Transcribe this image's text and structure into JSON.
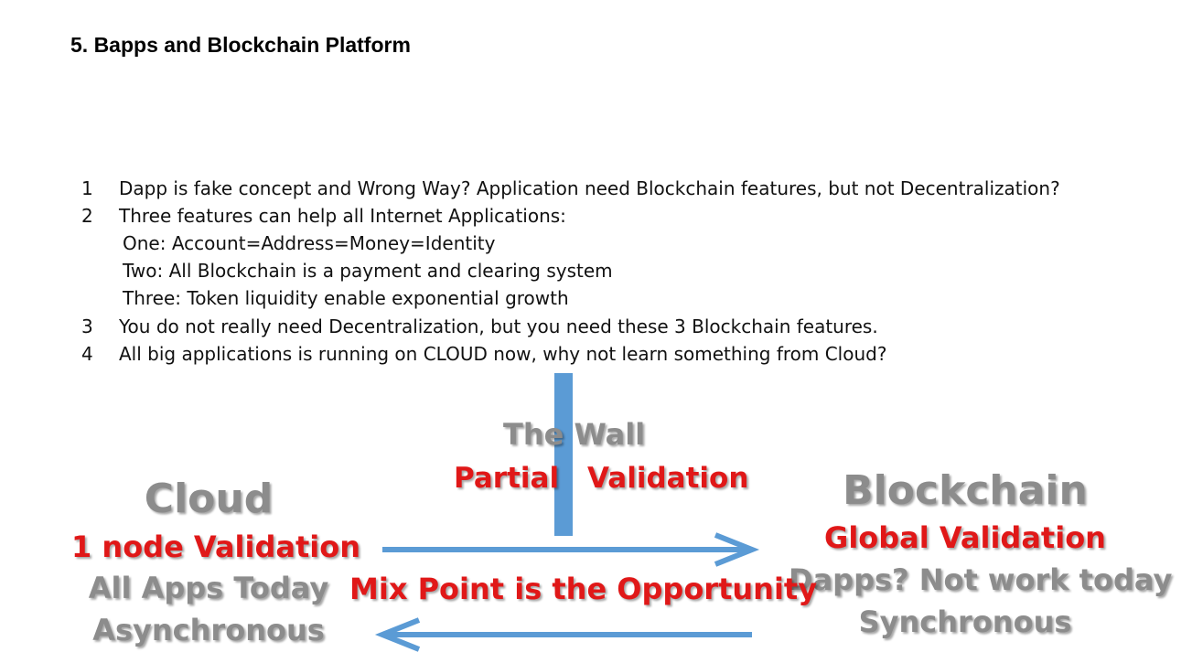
{
  "heading": "5.  Bapps and Blockchain Platform",
  "list": [
    {
      "num": "1",
      "text": "Dapp is fake concept and Wrong Way? Application need Blockchain features, but not Decentralization?"
    },
    {
      "num": "2",
      "text": "Three features can help all Internet Applications:"
    },
    {
      "sub": "One: Account=Address=Money=Identity"
    },
    {
      "sub": "Two: All Blockchain is a payment and clearing system"
    },
    {
      "sub": "Three: Token liquidity enable exponential growth"
    },
    {
      "num": "3",
      "text": "You do not really need Decentralization, but you need these 3 Blockchain features."
    },
    {
      "num": "4",
      "text": "All big applications is running on CLOUD now, why not learn something from Cloud?"
    }
  ],
  "diagram": {
    "wall_title": "The Wall",
    "partial": "Partial",
    "validation": "Validation",
    "cloud": {
      "title": "Cloud",
      "validation": "1 node Validation",
      "apps": "All Apps Today",
      "mode": "Asynchronous"
    },
    "blockchain": {
      "title": "Blockchain",
      "validation": "Global Validation",
      "apps": "Dapps? Not work today",
      "mode": "Synchronous"
    },
    "mix_point": "Mix Point is the Opportunity",
    "colors": {
      "arrow": "#5b9bd5",
      "red_text": "#e01818",
      "gray_text": "#8c8c8c"
    }
  }
}
